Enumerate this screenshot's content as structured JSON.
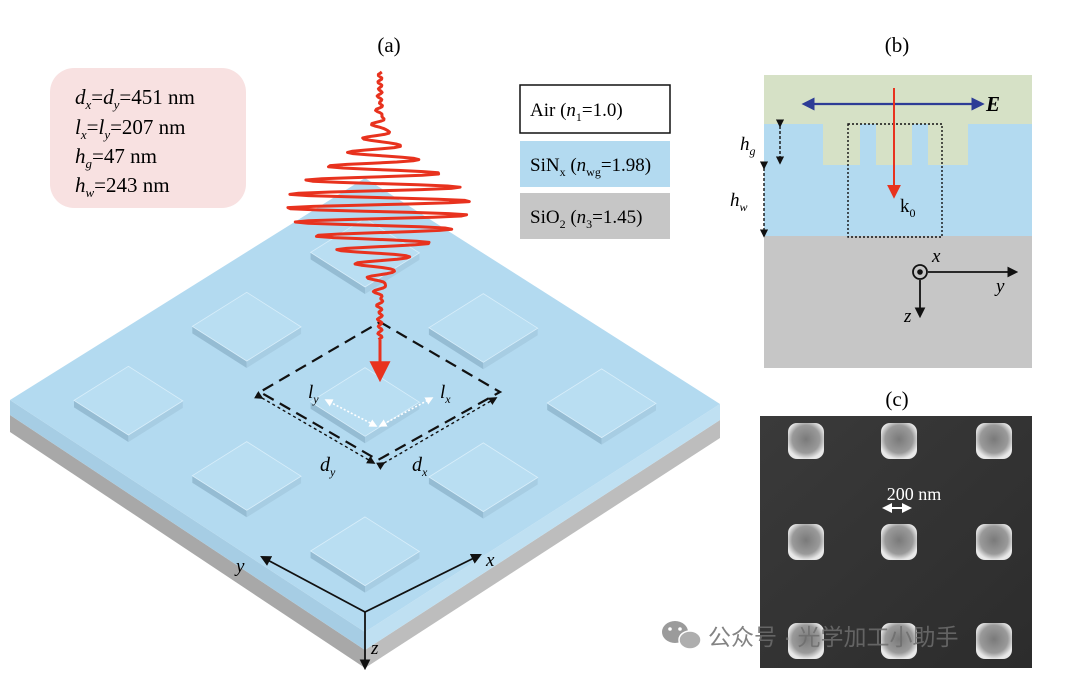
{
  "panels": {
    "a": {
      "label": "(a)",
      "params": {
        "d_line": {
          "sym_a": "d",
          "sub_a": "x",
          "sym_b": "d",
          "sub_b": "y",
          "value": "=451 nm"
        },
        "l_line": {
          "sym_a": "l",
          "sub_a": "x",
          "sym_b": "l",
          "sub_b": "y",
          "value": "=207 nm"
        },
        "hg_line": {
          "sym": "h",
          "sub": "g",
          "value": "=47 nm"
        },
        "hw_line": {
          "sym": "h",
          "sub": "w",
          "value": "=243 nm"
        }
      },
      "legend": [
        {
          "pre": "Air (",
          "sym": "n",
          "sub": "1",
          "post": "=1.0)",
          "color": "#ffffff"
        },
        {
          "pre": "SiN",
          "pre_sub": "x",
          "mid": " (",
          "sym": "n",
          "sub": "wg",
          "post": "=1.98)",
          "color": "#b3daf0"
        },
        {
          "pre": "SiO",
          "pre_sub": "2",
          "mid": " (",
          "sym": "n",
          "sub": "3",
          "post": "=1.45)",
          "color": "#c6c6c6"
        }
      ],
      "dims": {
        "lx": "l",
        "lx_sub": "x",
        "ly": "l",
        "ly_sub": "y",
        "dx": "d",
        "dx_sub": "x",
        "dy": "d",
        "dy_sub": "y"
      },
      "axes": {
        "x": "x",
        "y": "y",
        "z": "z"
      }
    },
    "b": {
      "label": "(b)",
      "field": "E",
      "wavevector": "k",
      "wavevector_sub": "0",
      "hg": "h",
      "hg_sub": "g",
      "hw": "h",
      "hw_sub": "w",
      "axes": {
        "x": "x",
        "y": "y",
        "z": "z"
      }
    },
    "c": {
      "label": "(c)",
      "scalebar": "200 nm"
    }
  },
  "watermark": {
    "icon": "wechat-icon",
    "text": "公众号 · 光学加工小助手"
  },
  "colors": {
    "sin": "#b3daf0",
    "sio2": "#c6c6c6",
    "air": "#d6e1c6",
    "wave": "#e8321e",
    "efield": "#2d3c96",
    "param_box": "#f8e1e1"
  }
}
